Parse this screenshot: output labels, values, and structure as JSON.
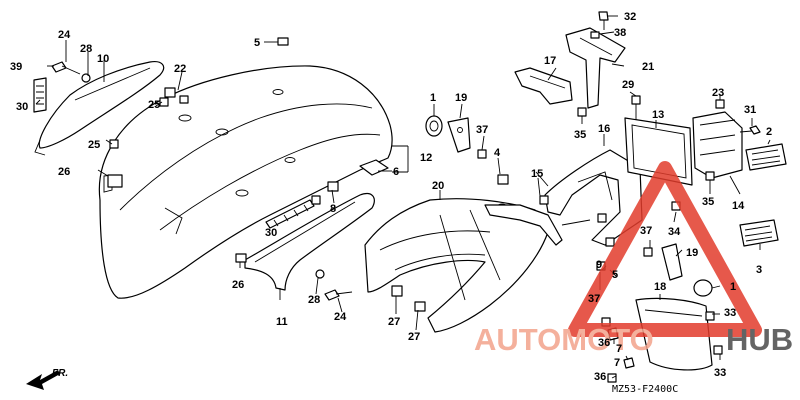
{
  "diagram": {
    "code": "MZ53-F2400C",
    "direction": "FR.",
    "watermark": {
      "left": "AUTOMOTO",
      "right": "HUB",
      "color_left": "#f3a38b",
      "color_right": "#4a4a4a",
      "triangle_color": "#e23c2c"
    },
    "callouts": [
      {
        "id": "c1",
        "text": "1"
      },
      {
        "id": "c1b",
        "text": "1"
      },
      {
        "id": "c2",
        "text": "2"
      },
      {
        "id": "c3",
        "text": "3"
      },
      {
        "id": "c4",
        "text": "4"
      },
      {
        "id": "c5",
        "text": "5"
      },
      {
        "id": "c5b",
        "text": "5"
      },
      {
        "id": "c6",
        "text": "6"
      },
      {
        "id": "c7",
        "text": "7"
      },
      {
        "id": "c7b",
        "text": "7"
      },
      {
        "id": "c8",
        "text": "8"
      },
      {
        "id": "c9",
        "text": "9"
      },
      {
        "id": "c10",
        "text": "10"
      },
      {
        "id": "c11",
        "text": "11"
      },
      {
        "id": "c12",
        "text": "12"
      },
      {
        "id": "c13",
        "text": "13"
      },
      {
        "id": "c14",
        "text": "14"
      },
      {
        "id": "c15",
        "text": "15"
      },
      {
        "id": "c16",
        "text": "16"
      },
      {
        "id": "c17",
        "text": "17"
      },
      {
        "id": "c18",
        "text": "18"
      },
      {
        "id": "c19",
        "text": "19"
      },
      {
        "id": "c19b",
        "text": "19"
      },
      {
        "id": "c20",
        "text": "20"
      },
      {
        "id": "c21",
        "text": "21"
      },
      {
        "id": "c22",
        "text": "22"
      },
      {
        "id": "c23",
        "text": "23"
      },
      {
        "id": "c24",
        "text": "24"
      },
      {
        "id": "c24b",
        "text": "24"
      },
      {
        "id": "c25",
        "text": "25"
      },
      {
        "id": "c25b",
        "text": "25"
      },
      {
        "id": "c26",
        "text": "26"
      },
      {
        "id": "c26b",
        "text": "26"
      },
      {
        "id": "c27",
        "text": "27"
      },
      {
        "id": "c27b",
        "text": "27"
      },
      {
        "id": "c28",
        "text": "28"
      },
      {
        "id": "c28b",
        "text": "28"
      },
      {
        "id": "c29",
        "text": "29"
      },
      {
        "id": "c30",
        "text": "30"
      },
      {
        "id": "c30b",
        "text": "30"
      },
      {
        "id": "c31",
        "text": "31"
      },
      {
        "id": "c32",
        "text": "32"
      },
      {
        "id": "c33",
        "text": "33"
      },
      {
        "id": "c33b",
        "text": "33"
      },
      {
        "id": "c34",
        "text": "34"
      },
      {
        "id": "c35",
        "text": "35"
      },
      {
        "id": "c35b",
        "text": "35"
      },
      {
        "id": "c36",
        "text": "36"
      },
      {
        "id": "c36b",
        "text": "36"
      },
      {
        "id": "c37",
        "text": "37"
      },
      {
        "id": "c37b",
        "text": "37"
      },
      {
        "id": "c37c",
        "text": "37"
      },
      {
        "id": "c38",
        "text": "38"
      },
      {
        "id": "c39",
        "text": "39"
      }
    ]
  }
}
